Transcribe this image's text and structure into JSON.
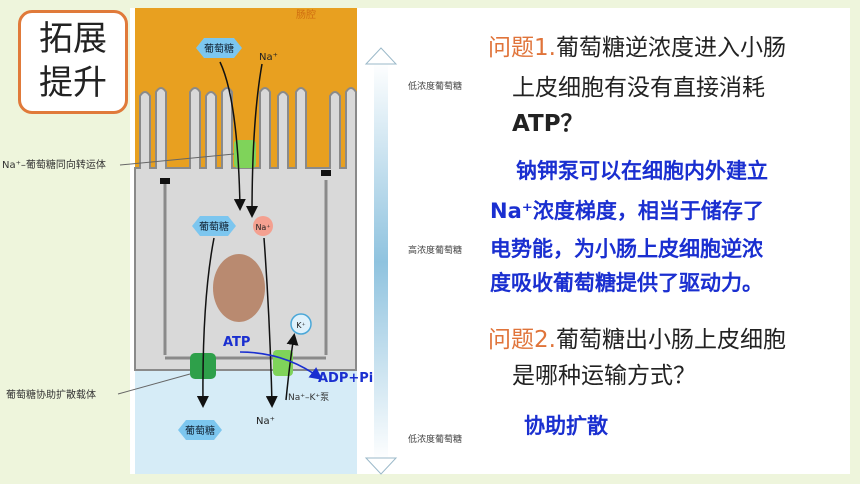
{
  "badge": {
    "line1": "拓展",
    "line2": "提升"
  },
  "diagram": {
    "lumen_label": "肠腔",
    "glucose_top": "葡萄糖",
    "glucose_mid": "葡萄糖",
    "glucose_bottom": "葡萄糖",
    "na_top": "Na⁺",
    "na_mid": "Na⁺",
    "na_bottom": "Na⁺",
    "k_ion": "K⁺",
    "atp": "ATP",
    "adp_pi": "ADP+Pi",
    "pump_label": "Na⁺–K⁺泵",
    "symporter_label": "Na⁺–葡萄糖同向转运体",
    "carrier_label": "葡萄糖协助扩散载体",
    "gradient_low_top": "低浓度葡萄糖",
    "gradient_high": "高浓度葡萄糖",
    "gradient_low_bottom": "低浓度葡萄糖"
  },
  "question1": {
    "lead": "问题1.",
    "line1_rest": "葡萄糖逆浓度进入小肠",
    "line2": "上皮细胞有没有直接消耗",
    "line3": "ATP？"
  },
  "answer1": {
    "line1": "钠钾泵可以在细胞内外建立",
    "line2": "Na⁺浓度梯度，相当于储存了",
    "line3": "电势能，为小肠上皮细胞逆浓",
    "line4": "度吸收葡萄糖提供了驱动力。"
  },
  "question2": {
    "lead": "问题2.",
    "line1_rest": "葡萄糖出小肠上皮细胞",
    "line2": "是哪种运输方式？"
  },
  "answer2": {
    "text": "协助扩散"
  },
  "colors": {
    "badge_border": "#e07a3a",
    "question_lead": "#e0743a",
    "answer": "#1a2fd0",
    "lumen": "#e8a020",
    "cell": "#d9d9d9",
    "blood": "#d6ecf7"
  }
}
